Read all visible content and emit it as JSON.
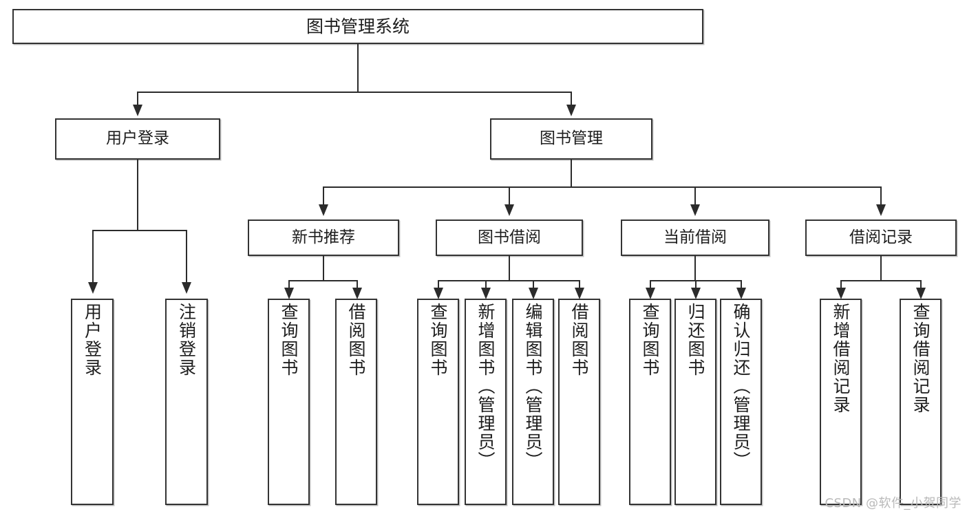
{
  "diagram": {
    "title": "图书管理系统",
    "type": "hierarchy-tree",
    "watermark": "CSDN @软件_小贺同学",
    "colors": {
      "box_border": "#333333",
      "connector": "#2b2b2b",
      "background": "#ffffff",
      "text": "#1d1d1d",
      "watermark": "#b9b9b9"
    },
    "levels": {
      "root": {
        "label": "图书管理系统"
      },
      "level2": [
        {
          "label": "用户登录"
        },
        {
          "label": "图书管理"
        }
      ],
      "level3": [
        {
          "label": "新书推荐"
        },
        {
          "label": "图书借阅"
        },
        {
          "label": "当前借阅"
        },
        {
          "label": "借阅记录"
        }
      ],
      "leaves": {
        "user_login": [
          {
            "label": "用户登录"
          },
          {
            "label": "注销登录"
          }
        ],
        "new_book_recommend": [
          {
            "label": "查询图书"
          },
          {
            "label": "借阅图书"
          }
        ],
        "book_borrow": [
          {
            "label": "查询图书"
          },
          {
            "label": "新增图书（管理员）"
          },
          {
            "label": "编辑图书（管理员）"
          },
          {
            "label": "借阅图书"
          }
        ],
        "current_borrow": [
          {
            "label": "查询图书"
          },
          {
            "label": "归还图书"
          },
          {
            "label": "确认归还（管理员）"
          }
        ],
        "borrow_record": [
          {
            "label": "新增借阅记录"
          },
          {
            "label": "查询借阅记录"
          }
        ]
      }
    }
  }
}
